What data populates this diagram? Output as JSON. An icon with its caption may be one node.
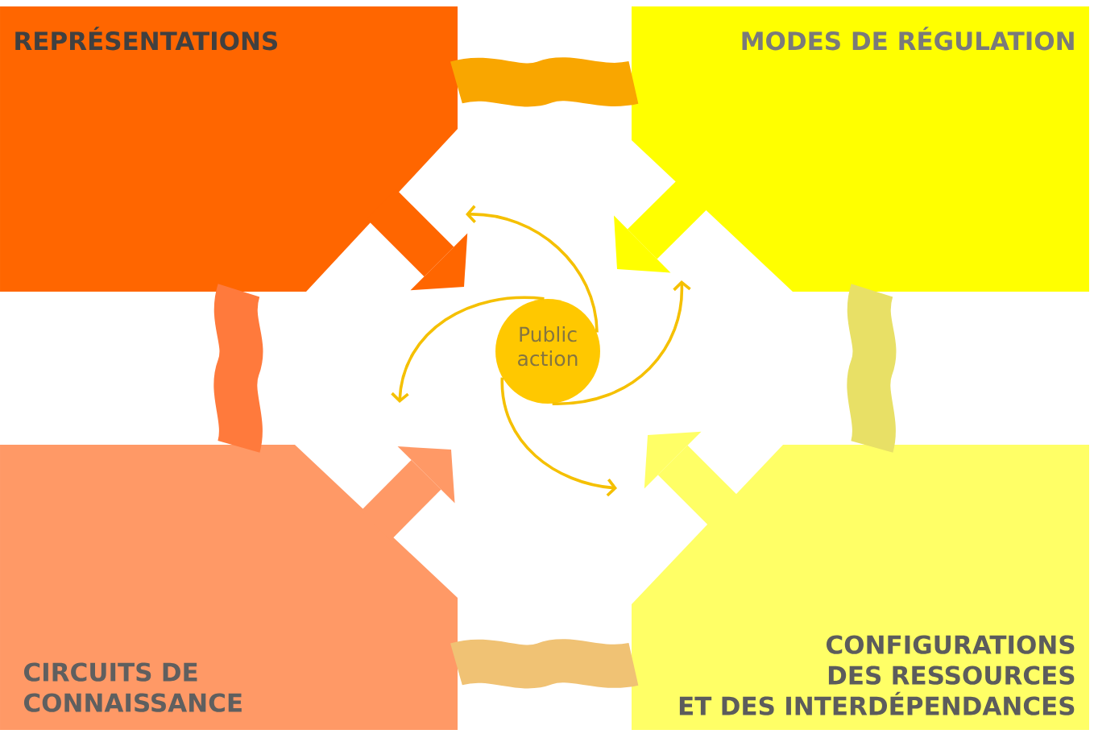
{
  "diagram": {
    "nodes": [
      {
        "text": [
          "REPRÉSENTATIONS"
        ]
      },
      {
        "text": [
          "MODES DE RÉGULATION"
        ]
      },
      {
        "text": [
          "CIRCUITS DE CONNAISSANCE"
        ]
      },
      {
        "text": [
          "CONFIGURATIONS DES RESSOURCES ET DES INTERDÉPENDANCES"
        ]
      },
      {
        "text": [
          "Public action"
        ]
      }
    ],
    "edges": [
      {
        "from": 0,
        "to": null,
        "arrow": "to",
        "color": "#ff6600"
      },
      {
        "from": 1,
        "to": null,
        "arrow": "to",
        "color": "#ffff00"
      },
      {
        "from": 2,
        "to": null,
        "arrow": "to",
        "color": "#ff9966"
      },
      {
        "from": 3,
        "to": null,
        "arrow": "to",
        "color": "#ffff66"
      },
      {
        "from": 4,
        "to": null,
        "arrow": "to"
      },
      {
        "from": 4,
        "to": null,
        "arrow": "to"
      },
      {
        "from": 4,
        "to": null,
        "arrow": "to"
      },
      {
        "from": 4,
        "to": null,
        "arrow": "to"
      },
      {
        "from": 0,
        "to": 1,
        "arrow": "none",
        "color": "#f9a600"
      },
      {
        "from": 0,
        "to": 2,
        "arrow": "none",
        "color": "#ff7a3c"
      },
      {
        "from": 1,
        "to": 3,
        "arrow": "none",
        "color": "#e8e066"
      },
      {
        "from": 2,
        "to": 3,
        "arrow": "none",
        "color": "#f0c274"
      }
    ]
  }
}
